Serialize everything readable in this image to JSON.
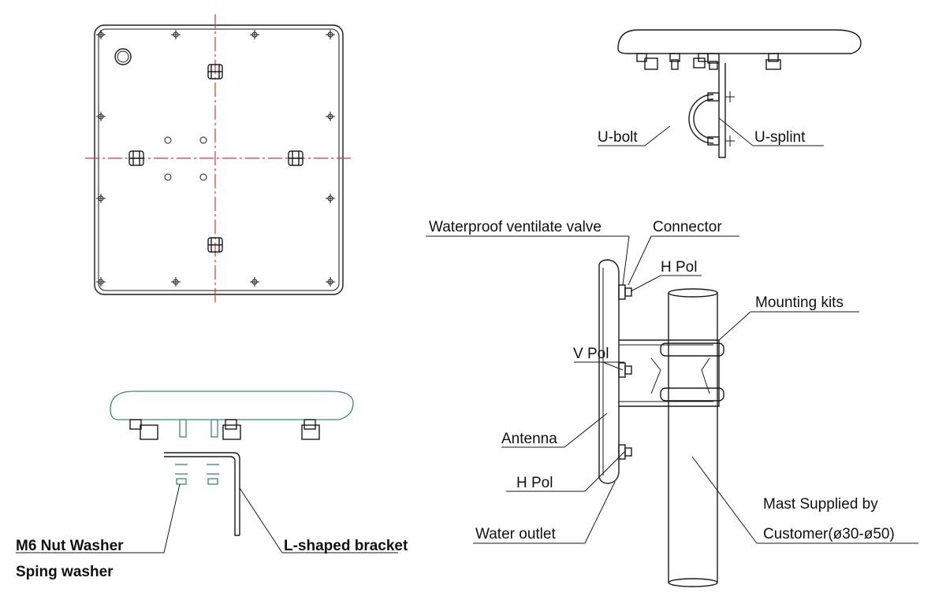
{
  "labels": {
    "u_bolt": "U-bolt",
    "u_splint": "U-splint",
    "waterproof_valve": "Waterproof  ventilate valve",
    "connector": "Connector",
    "h_pol_top": "H Pol",
    "mounting_kits": "Mounting  kits",
    "v_pol": "V Pol",
    "antenna": "Antenna",
    "h_pol_bottom": "H Pol",
    "water_outlet": "Water outlet",
    "mast_line1": "Mast  Supplied  by",
    "mast_line2": "Customer(ø30-ø50)",
    "m6_nut_washer": "M6 Nut  Washer",
    "sping_washer": "Sping washer",
    "l_shaped_bracket": "L-shaped bracket"
  },
  "colors": {
    "line": "#1a1a1a",
    "centerline": "#d23a3a",
    "washer": "#3a8a6a"
  }
}
